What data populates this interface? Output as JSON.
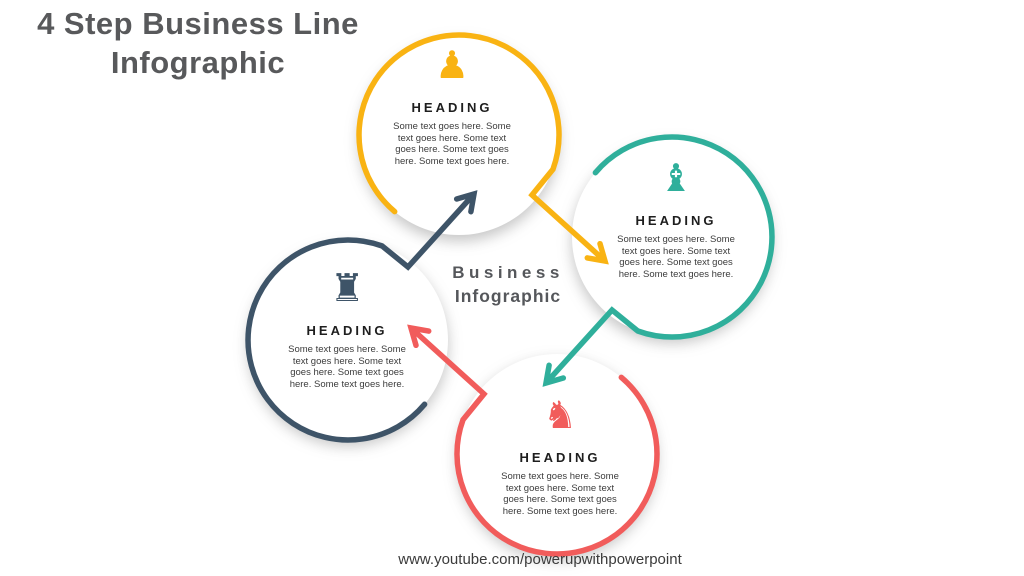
{
  "title": {
    "line1": "4 Step Business Line",
    "line2": "Infographic"
  },
  "center_label": {
    "line1": "Business",
    "line2": "Infographic"
  },
  "steps": [
    {
      "position": "top",
      "icon": "pawn-icon",
      "glyph": "♟",
      "heading": "HEADING",
      "body": "Some text goes here. Some text goes here. Some text goes here. Some text goes here. Some text goes here.",
      "color": "#F9B313"
    },
    {
      "position": "right",
      "icon": "bishop-icon",
      "glyph": "♝",
      "heading": "HEADING",
      "body": "Some text goes here. Some text goes here. Some text goes here. Some text goes here. Some text goes here.",
      "color": "#2FAF9B"
    },
    {
      "position": "bottom",
      "icon": "knight-icon",
      "glyph": "♞",
      "heading": "HEADING",
      "body": "Some text goes here. Some text goes here. Some text goes here. Some text goes here. Some text goes here.",
      "color": "#F15C5B"
    },
    {
      "position": "left",
      "icon": "rook-icon",
      "glyph": "♜",
      "heading": "HEADING",
      "body": "Some text goes here. Some text goes here. Some text goes here. Some text goes here. Some text goes here.",
      "color": "#3E5468"
    }
  ],
  "footer": {
    "url": "www.youtube.com/powerupwithpowerpoint"
  },
  "colors": {
    "background": "#FFFFFF",
    "title_text": "#58595B",
    "center_text": "#55575B",
    "heading_text": "#1E1E1E",
    "body_text": "#3C3C3C",
    "yellow": "#F9B313",
    "teal": "#2FAF9B",
    "red": "#F15C5B",
    "slate": "#3E5468"
  }
}
